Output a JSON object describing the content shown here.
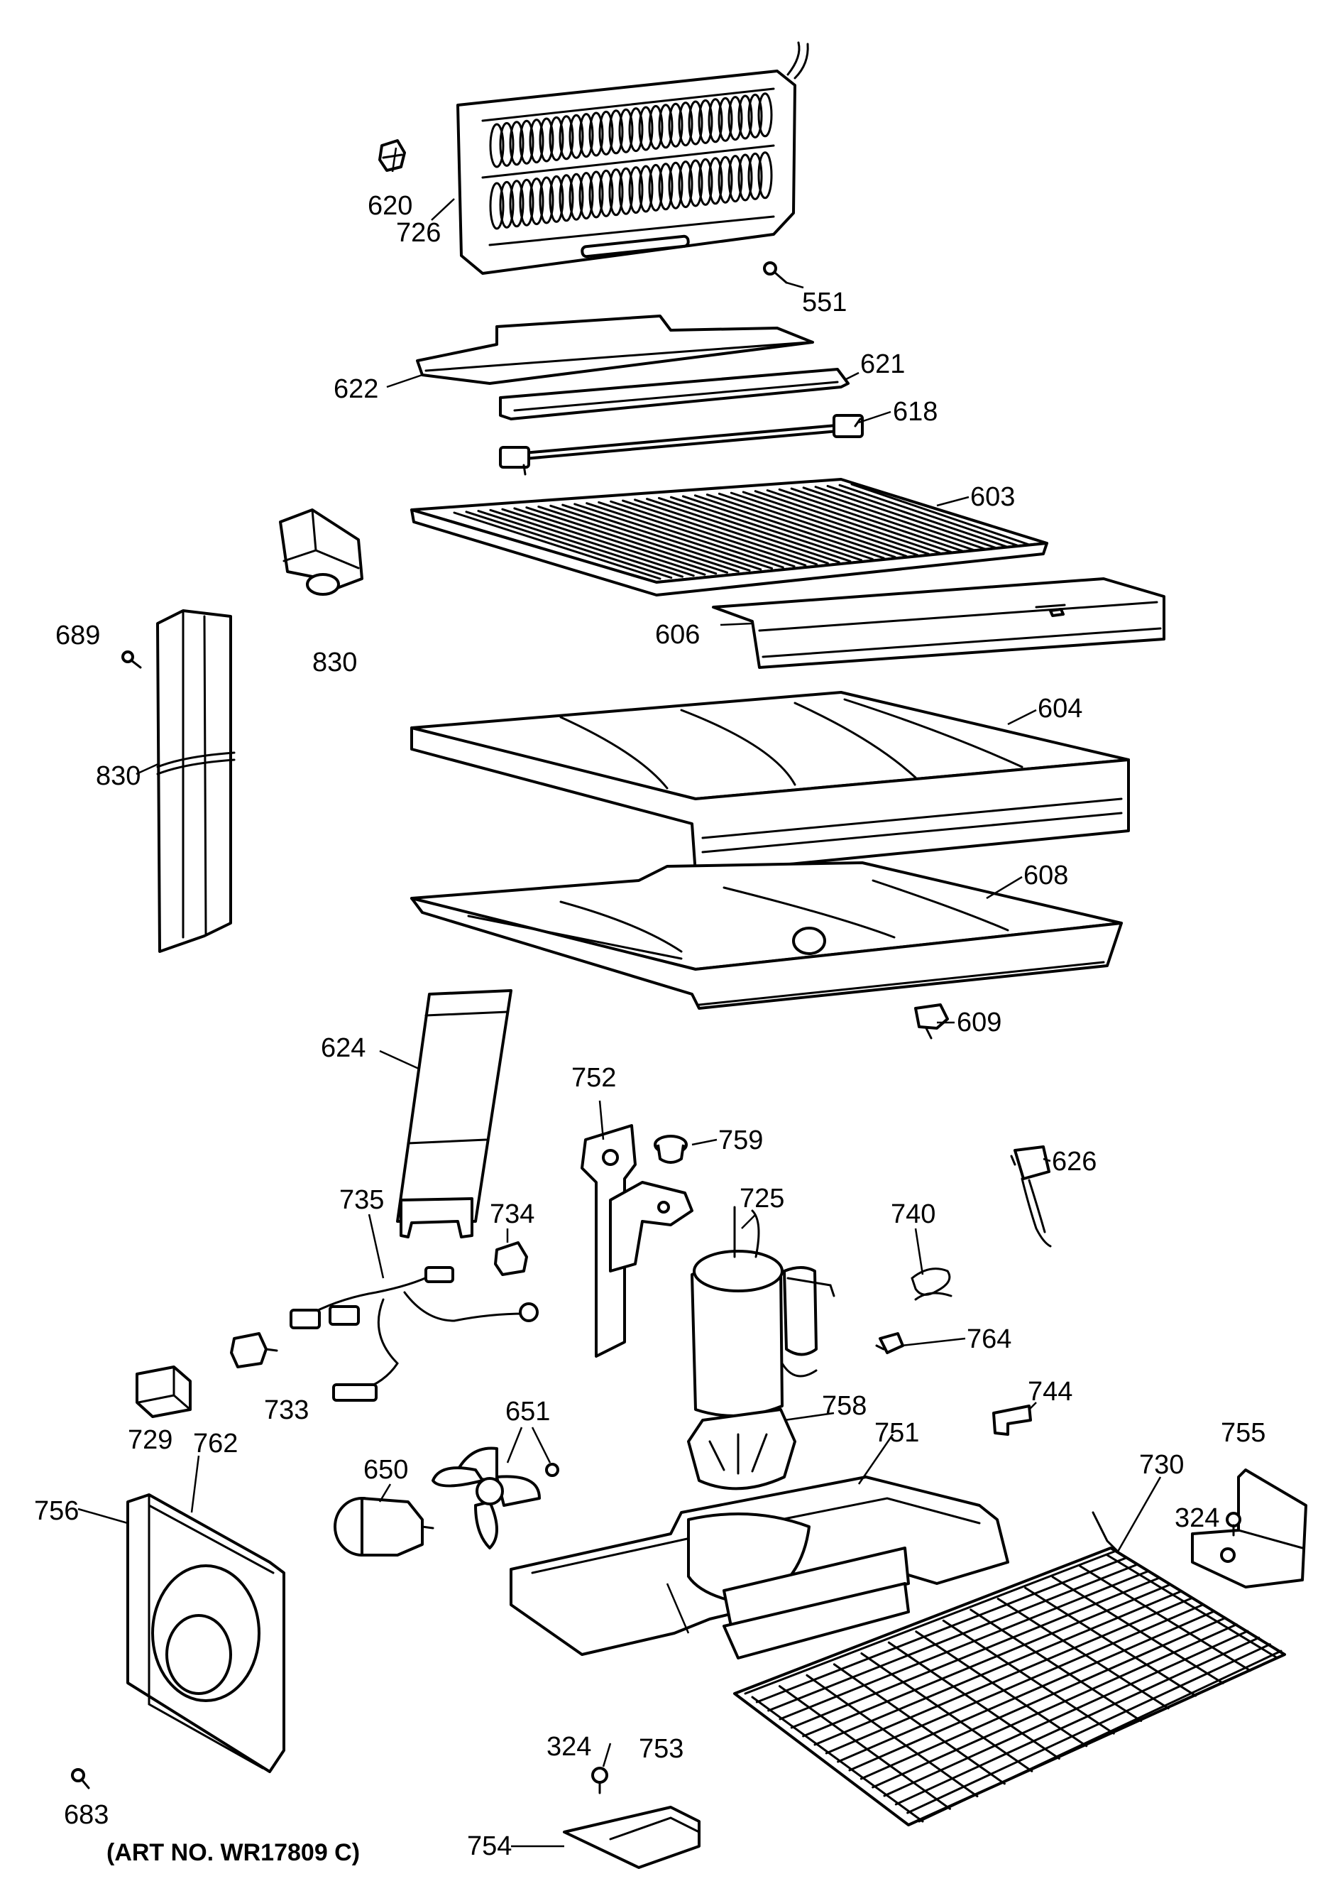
{
  "diagram": {
    "caption": "(ART NO. WR17809 C)",
    "callouts": [
      {
        "id": "c620",
        "text": "620"
      },
      {
        "id": "c726",
        "text": "726"
      },
      {
        "id": "c551",
        "text": "551"
      },
      {
        "id": "c622",
        "text": "622"
      },
      {
        "id": "c621",
        "text": "621"
      },
      {
        "id": "c618",
        "text": "618"
      },
      {
        "id": "c603",
        "text": "603"
      },
      {
        "id": "c830a",
        "text": "830"
      },
      {
        "id": "c689",
        "text": "689"
      },
      {
        "id": "c606",
        "text": "606"
      },
      {
        "id": "c604",
        "text": "604"
      },
      {
        "id": "c830b",
        "text": "830"
      },
      {
        "id": "c608",
        "text": "608"
      },
      {
        "id": "c609",
        "text": "609"
      },
      {
        "id": "c624",
        "text": "624"
      },
      {
        "id": "c752",
        "text": "752"
      },
      {
        "id": "c759",
        "text": "759"
      },
      {
        "id": "c626",
        "text": "626"
      },
      {
        "id": "c725",
        "text": "725"
      },
      {
        "id": "c740",
        "text": "740"
      },
      {
        "id": "c734",
        "text": "734"
      },
      {
        "id": "c735",
        "text": "735"
      },
      {
        "id": "c764",
        "text": "764"
      },
      {
        "id": "c733",
        "text": "733"
      },
      {
        "id": "c744",
        "text": "744"
      },
      {
        "id": "c758",
        "text": "758"
      },
      {
        "id": "c729",
        "text": "729"
      },
      {
        "id": "c651",
        "text": "651"
      },
      {
        "id": "c751",
        "text": "751"
      },
      {
        "id": "c755",
        "text": "755"
      },
      {
        "id": "c762",
        "text": "762"
      },
      {
        "id": "c650",
        "text": "650"
      },
      {
        "id": "c730",
        "text": "730"
      },
      {
        "id": "c756",
        "text": "756"
      },
      {
        "id": "c324a",
        "text": "324"
      },
      {
        "id": "c683",
        "text": "683"
      },
      {
        "id": "c753",
        "text": "753"
      },
      {
        "id": "c324b",
        "text": "324"
      },
      {
        "id": "c754",
        "text": "754"
      }
    ]
  }
}
